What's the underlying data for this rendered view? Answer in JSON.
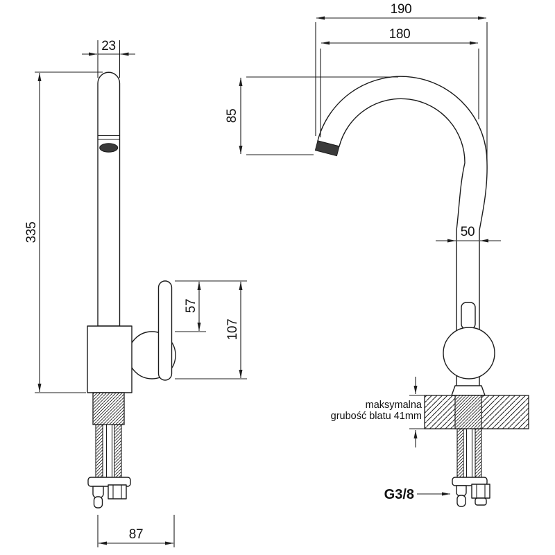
{
  "colors": {
    "line": "#1c1c1c",
    "aerator_fill": "#3a3a3a"
  },
  "left_view": {
    "dims": {
      "spout_tube_width": "23",
      "total_height": "335",
      "handle_to_body_top": "57",
      "handle_to_body_bottom": "107",
      "base_width": "87"
    }
  },
  "right_view": {
    "dims": {
      "spout_reach_outer": "190",
      "spout_reach_inner": "180",
      "spout_height": "85",
      "body_diameter": "50"
    },
    "countertop_note": {
      "line1": "maksymalna",
      "line2": "grubość blatu 41mm"
    },
    "thread_label": "G3/8"
  }
}
